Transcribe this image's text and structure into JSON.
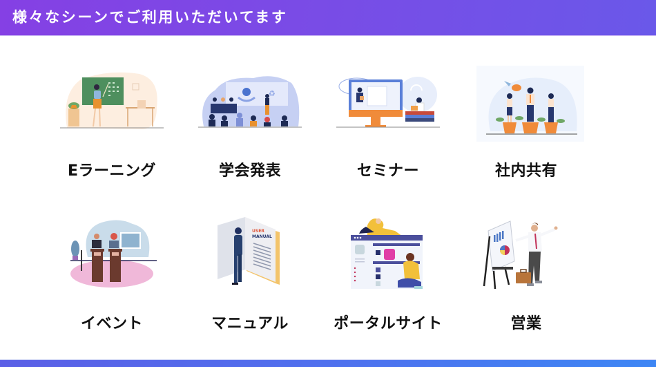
{
  "header": {
    "title": "様々なシーンでご利用いただいてます",
    "gradient_start": "#8540e4",
    "gradient_end": "#6a58e9"
  },
  "footer": {
    "gradient_start": "#5b5fe6",
    "gradient_end": "#3d86f4"
  },
  "scenes": [
    {
      "label": "Eラーニング",
      "icon": "teacher-classroom-illustration"
    },
    {
      "label": "学会発表",
      "icon": "conference-presentation-illustration"
    },
    {
      "label": "セミナー",
      "icon": "online-seminar-illustration"
    },
    {
      "label": "社内共有",
      "icon": "team-growth-plants-illustration"
    },
    {
      "label": "イベント",
      "icon": "podium-speakers-illustration"
    },
    {
      "label": "マニュアル",
      "icon": "user-manual-reader-illustration"
    },
    {
      "label": "ポータルサイト",
      "icon": "web-portal-builders-illustration"
    },
    {
      "label": "営業",
      "icon": "sales-presentation-illustration"
    }
  ],
  "illustration_text": {
    "manual_cover_line1": "USER",
    "manual_cover_line2": "MANUAL"
  }
}
